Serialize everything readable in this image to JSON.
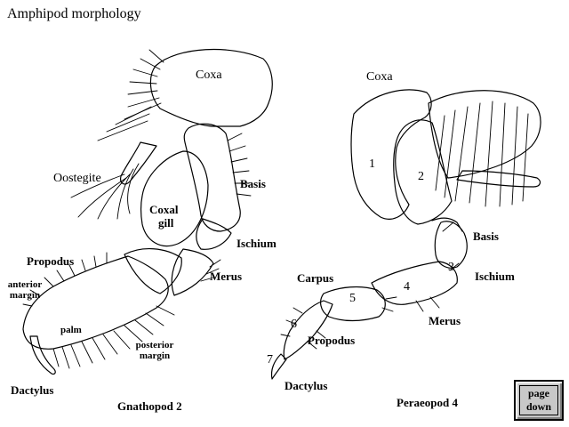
{
  "title": "Amphipod morphology",
  "gnathopod": {
    "name": "Gnathopod 2",
    "labels": {
      "coxa": "Coxa",
      "oostegite": "Oostegite",
      "coxal_gill_1": "Coxal",
      "coxal_gill_2": "gill",
      "basis": "Basis",
      "ischium": "Ischium",
      "merus": "Merus",
      "propodus": "Propodus",
      "anterior_margin_1": "anterior",
      "anterior_margin_2": "margin",
      "palm": "palm",
      "posterior_margin_1": "posterior",
      "posterior_margin_2": "margin",
      "dactylus": "Dactylus"
    }
  },
  "peraeopod": {
    "name": "Peraeopod 4",
    "labels": {
      "coxa": "Coxa",
      "basis": "Basis",
      "ischium": "Ischium",
      "merus": "Merus",
      "carpus": "Carpus",
      "propodus": "Propodus",
      "dactylus": "Dactylus"
    },
    "segment_numbers": [
      "1",
      "2",
      "3",
      "4",
      "5",
      "6",
      "7"
    ]
  },
  "navigation": {
    "page_down_line1": "page",
    "page_down_line2": "down"
  }
}
